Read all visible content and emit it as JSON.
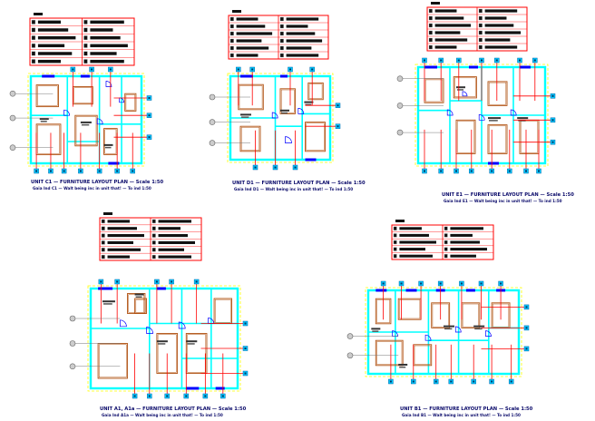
{
  "drawing": {
    "colors": {
      "wall": "#00ffff",
      "legend_border": "#ff0000",
      "tag": "#00ccff",
      "leader": "#ff0000",
      "furniture": "#b05010",
      "dimension": "#ffff00",
      "door": "#0000ff",
      "caption": "#0a0a6a"
    },
    "plans": [
      {
        "id": "c1",
        "caption": "UNIT C1 — FURNITURE LAYOUT PLAN — Scale 1:50",
        "note": "Gaia Ind C1 — Walt being inc in unit that! — To ind 1:50"
      },
      {
        "id": "d1",
        "caption": "UNIT D1 — FURNITURE LAYOUT PLAN — Scale 1:50",
        "note": "Gaia Ind D1 — Walt being inc in unit that! — To ind 1:50"
      },
      {
        "id": "e1",
        "caption": "UNIT E1 — FURNITURE LAYOUT PLAN — Scale 1:50",
        "note": "Gaia Ind E1 — Walt being inc in unit that! — To ind 1:50"
      },
      {
        "id": "a1",
        "caption": "UNIT A1, A1a — FURNITURE LAYOUT PLAN — Scale 1:50",
        "note": "Gaia Ind A1a — Walt being inc in unit that! — To ind 1:50"
      },
      {
        "id": "b1",
        "caption": "UNIT B1 — FURNITURE LAYOUT PLAN — Scale 1:50",
        "note": "Gaia Ind B1 — Walt being inc in unit that! — To ind 1:50"
      }
    ]
  }
}
